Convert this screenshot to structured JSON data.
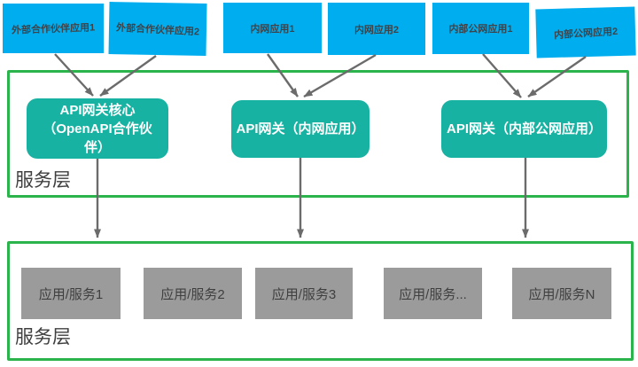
{
  "diagram": {
    "client_apps": [
      "外部合作伙伴应用1",
      "外部合作伙伴应用2",
      "内网应用1",
      "内网应用2",
      "内部公网应用1",
      "内部公网应用2"
    ],
    "gateway_layer": {
      "label": "服务层",
      "gateways": [
        {
          "label": "API网关核心（OpenAPI合作伙伴）",
          "lines": [
            "API网关核心",
            "（OpenAPI合作伙",
            "伴）"
          ]
        },
        {
          "label": "API网关（内网应用）",
          "lines": [
            "API网关（内网应用）"
          ]
        },
        {
          "label": "API网关（内部公网应用）",
          "lines": [
            "API网关（内部公网应用）"
          ]
        }
      ]
    },
    "service_layer": {
      "label": "服务层",
      "services": [
        "应用/服务1",
        "应用/服务2",
        "应用/服务3",
        "应用/服务...",
        "应用/服务N"
      ]
    },
    "colors": {
      "client_box": "#00AEEF",
      "client_text": "#3D4349",
      "gateway_box": "#18B2A2",
      "gateway_text": "#FFFFFF",
      "layer_border": "#2BB44C",
      "service_box": "#9B9B9B",
      "dark_text": "#3F3F3F",
      "arrow": "#6B6B6B"
    }
  }
}
